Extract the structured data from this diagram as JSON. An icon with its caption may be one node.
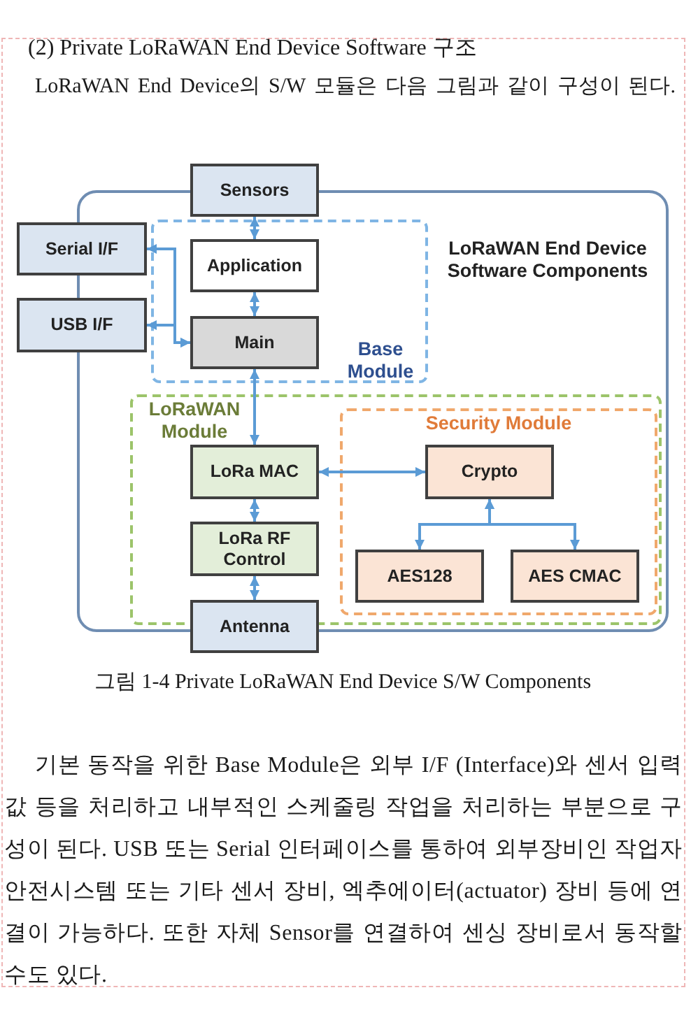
{
  "diagram": {
    "title": "(2) Private LoRaWAN End Device Software 구조",
    "caption": "그림 1-4 Private LoRaWAN End Device S/W Components",
    "nodes": [
      {
        "text": [
          "Sensors"
        ]
      },
      {
        "text": [
          "Serial I/F"
        ]
      },
      {
        "text": [
          "USB I/F"
        ]
      },
      {
        "text": [
          "LoRaWAN End Device Software Components"
        ]
      },
      {
        "text": [
          "Base Module"
        ],
        "in": 3
      },
      {
        "text": [
          "Application"
        ],
        "in": 4
      },
      {
        "text": [
          "Main"
        ],
        "in": 4
      },
      {
        "text": [
          "LoRaWAN Module"
        ],
        "in": 3
      },
      {
        "text": [
          "LoRa MAC"
        ],
        "in": 7
      },
      {
        "text": [
          "LoRa RF Control"
        ],
        "in": 7
      },
      {
        "text": [
          "Security Module"
        ],
        "in": 7
      },
      {
        "text": [
          "Crypto"
        ],
        "in": 10
      },
      {
        "text": [
          "AES128"
        ],
        "in": 10
      },
      {
        "text": [
          "AES CMAC"
        ],
        "in": 10
      },
      {
        "text": [
          "Antenna"
        ]
      }
    ],
    "edges": [
      {
        "from": 0,
        "to": 5,
        "arrow": "both"
      },
      {
        "from": 5,
        "to": 6,
        "arrow": "both"
      },
      {
        "from": 6,
        "to": 1,
        "arrow": "both"
      },
      {
        "from": 6,
        "to": 2,
        "arrow": "both"
      },
      {
        "from": 6,
        "to": 8,
        "arrow": "both"
      },
      {
        "from": 8,
        "to": 11,
        "arrow": "both"
      },
      {
        "from": 8,
        "to": 9,
        "arrow": "both"
      },
      {
        "from": 9,
        "to": 14,
        "arrow": "both"
      },
      {
        "from": 11,
        "to": 12,
        "arrow": "both"
      },
      {
        "from": 11,
        "to": 13,
        "arrow": "both"
      }
    ],
    "labels": [
      "LoRaWAN End Device의 S/W 모듈은 다음 그림과 같이 구성이 된다.",
      "기본 동작을 위한 Base Module은 외부 I/F (Interface)와 센서 입력 값 등을 처리하고 내부적인 스케줄링 작업을 처리하는 부분으로 구성이 된다. USB 또는 Serial 인터페이스를 통하여 외부장비인 작업자 안전시스템 또는 기타 센서 장비, 엑추에이터(actuator) 장비 등에 연결이 가능하다. 또한 자체 Sensor를 연결하여 센싱 장비로서 동작할 수도 있다."
    ]
  }
}
